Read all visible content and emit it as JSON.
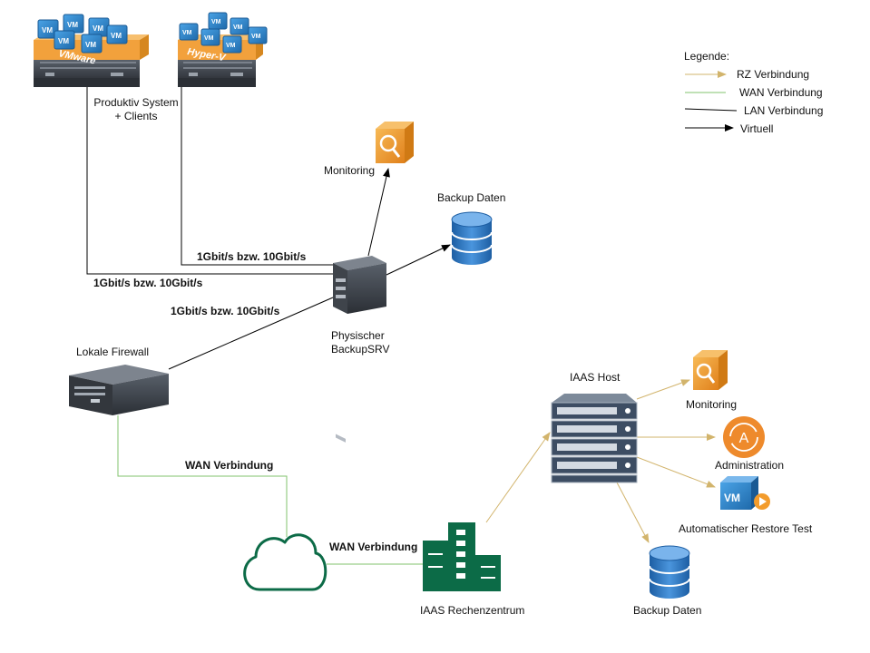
{
  "legend": {
    "title": "Legende:",
    "rz": "RZ Verbindung",
    "wan": "WAN Verbindung",
    "lan": "LAN Verbindung",
    "virtual": "Virtuell"
  },
  "colors": {
    "rz_line": "#d2b46c",
    "wan_line": "#82c36c",
    "lan_line": "#000000",
    "hypervisor_orange": "#f2a13c",
    "server_dark": "#3b4047",
    "vm_blue": "#2d7fc4",
    "datacenter_green": "#0c6b47",
    "cloud_green": "#0c6b47",
    "db_blue": "#2f78c4",
    "monitor_orange": "#f39c2c"
  },
  "nodes": {
    "vmware": {
      "badge": "VMware",
      "vm": "VM"
    },
    "hyperv": {
      "badge": "Hyper-V",
      "vm": "VM"
    },
    "produktiv_system": "Produktiv System\n+ Clients",
    "monitoring_top": "Monitoring",
    "backup_daten_top": "Backup Daten",
    "physischer_backupsrv": "Physischer\nBackupSRV",
    "lokale_firewall": "Lokale Firewall",
    "iaas_host": "IAAS Host",
    "monitoring_bottom": "Monitoring",
    "administration": "Administration",
    "administration_glyph": "A",
    "restore_test": "Automatischer Restore Test",
    "restore_vm": "VM",
    "backup_daten_bottom": "Backup Daten",
    "iaas_rechenzentrum": "IAAS Rechenzentrum"
  },
  "links": {
    "hyperv_link": "1Gbit/s bzw. 10Gbit/s",
    "vmware_link": "1Gbit/s bzw. 10Gbit/s",
    "firewall_link": "1Gbit/s bzw. 10Gbit/s",
    "wan_firewall_cloud": "WAN Verbindung",
    "wan_cloud_rz": "WAN Verbindung"
  }
}
